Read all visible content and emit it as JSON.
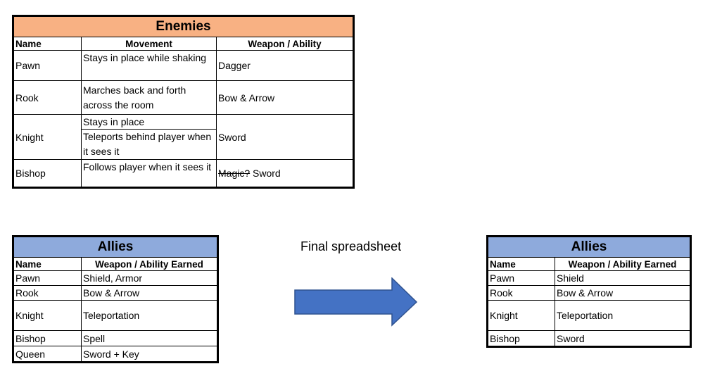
{
  "enemies": {
    "title": "Enemies",
    "headers": {
      "name": "Name",
      "movement": "Movement",
      "weapon": "Weapon / Ability"
    },
    "rows": [
      {
        "name": "Pawn",
        "movement": "Stays in place while shaking",
        "weapon": "Dagger"
      },
      {
        "name": "Rook",
        "movement": "Marches back and forth across the room",
        "weapon": "Bow & Arrow"
      },
      {
        "name": "Knight",
        "movement_a": "Stays in place",
        "movement_b": "Teleports behind player when it sees it",
        "weapon": "Sword"
      },
      {
        "name": "Bishop",
        "movement": "Follows player when it sees it",
        "weapon_struck": "Magic?",
        "weapon": "Sword"
      }
    ]
  },
  "allies_left": {
    "title": "Allies",
    "headers": {
      "name": "Name",
      "weapon": "Weapon / Ability Earned"
    },
    "rows": [
      {
        "name": "Pawn",
        "weapon": "Shield, Armor"
      },
      {
        "name": "Rook",
        "weapon": "Bow & Arrow"
      },
      {
        "name": "Knight",
        "weapon": "Teleportation"
      },
      {
        "name": "Bishop",
        "weapon": "Spell"
      },
      {
        "name": "Queen",
        "weapon": "Sword + Key"
      }
    ]
  },
  "caption": "Final spreadsheet",
  "arrow": {
    "color": "#4472c4",
    "border_color": "#2f528f",
    "icon": "right-arrow-icon"
  },
  "allies_right": {
    "title": "Allies",
    "headers": {
      "name": "Name",
      "weapon": "Weapon / Ability Earned"
    },
    "rows": [
      {
        "name": "Pawn",
        "weapon": "Shield"
      },
      {
        "name": "Rook",
        "weapon": "Bow & Arrow"
      },
      {
        "name": "Knight",
        "weapon": "Teleportation"
      },
      {
        "name": "Bishop",
        "weapon": "Sword"
      }
    ]
  },
  "colors": {
    "enemies_header": "#f8b183",
    "allies_header": "#8eaadc"
  }
}
